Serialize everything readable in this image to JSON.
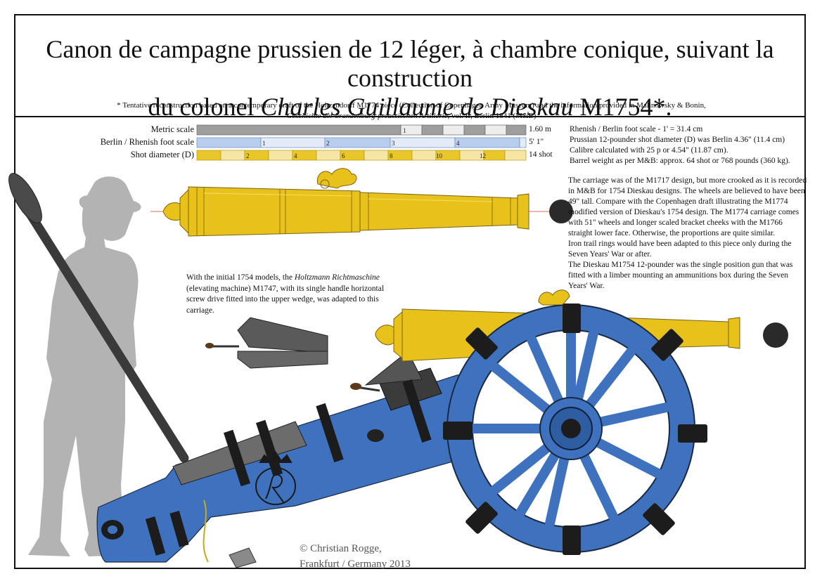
{
  "title": {
    "line1": "Canon de campagne prussien de 12 léger, à chambre conique, suivant la construction",
    "line2_prefix": "du colonel ",
    "line2_italic": "Charles Guillaume de Dieskau",
    "line2_suffix": " M1754*."
  },
  "footnote": {
    "part1": "* Tentative reconstruction based on a contemporary draft of the Holtzendorff M1774 piece (Collection of Copenhagen Army Museum) and the information provided in Malinowsky & Bonin, ",
    "italic": "Geschichte der brandenburg-preussischen Artillerie",
    "part2": ", vol. II, Berlin 1841 (M&B)"
  },
  "scales": {
    "metric": {
      "label": "Metric scale",
      "end": "1.60 m",
      "ticks": [
        "1"
      ]
    },
    "foot": {
      "label": "Berlin / Rhenish foot scale",
      "end": "5' 1\"",
      "ticks": [
        "1",
        "2",
        "3",
        "4"
      ]
    },
    "shot": {
      "label": "Shot diameter (D)",
      "end": "14 shot",
      "ticks": [
        "2",
        "4",
        "6",
        "8",
        "10",
        "12"
      ]
    }
  },
  "specs": [
    "Rhenish / Berlin foot scale - 1' = 31.4 cm",
    "Prussian 12-pounder shot diameter (D) was Berlin 4.36\" (11.4 cm)",
    "Calibre calculated with 25 p or 4.54\" (11.87 cm).",
    "Barrel weight as per M&B: approx. 64 shot or 768 pounds (360 kg)."
  ],
  "carriage_notes": [
    "The carriage was of the M1717 design, but more crooked as it is recorded in M&B for 1754 Dieskau designs. The wheels are believed to have been 49\" tall. Compare with the Copenhagen draft illustrating the M1774 modified version of Dieskau's 1754 design. The M1774 carriage comes with 51\" wheels and longer scaled bracket cheeks with the M1766 straight lower face. Otherwise, the proportions are quite similar.",
    "Iron trail rings would have been adapted to this piece only during the Seven Years' War or after.",
    "The Dieskau M1754 12-pounder was the single position gun that was fitted with a limber mounting an ammunitions box during the Seven Years' War."
  ],
  "elevating_note": {
    "part1": "With the initial 1754 models, the ",
    "italic": "Holtzmann Richtmaschine",
    "part2": " (elevating machine) M1747, with its single handle horizontal screw drive fitted into the upper wedge, was adapted to this carriage."
  },
  "credit": {
    "line1": "© Christian Rogge,",
    "line2": "Frankfurt / Germany 2013"
  },
  "colors": {
    "barrel": "#e8c21a",
    "carriage": "#3f72be",
    "iron": "#1c1c1c",
    "figure": "#b3b3b3",
    "ball": "#2a2a2a"
  },
  "icons": [
    "soldier-silhouette",
    "cannon-barrel",
    "cannon-ball",
    "elevating-machine",
    "carriage",
    "wheel",
    "royal-cipher"
  ]
}
